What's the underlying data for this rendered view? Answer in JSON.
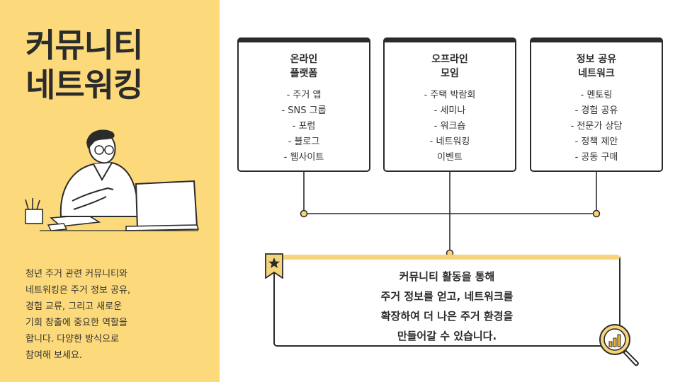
{
  "title_lines": [
    "커뮤니티",
    "네트워킹"
  ],
  "description_lines": [
    "청년 주거 관련 커뮤니티와",
    "네트워킹은 주거 정보 공유,",
    "경험 교류, 그리고 새로운",
    "기회 창출에 중요한 역할을",
    "합니다. 다양한 방식으로",
    "참여해 보세요."
  ],
  "cards": [
    {
      "title_lines": [
        "온라인",
        "플랫폼"
      ],
      "items": [
        "- 주거 앱",
        "- SNS 그룹",
        "- 포럼",
        "- 블로그",
        "- 웹사이트"
      ]
    },
    {
      "title_lines": [
        "오프라인",
        "모임"
      ],
      "items": [
        "- 주택 박람회",
        "- 세미나",
        "- 워크숍",
        "- 네트워킹",
        "이벤트"
      ]
    },
    {
      "title_lines": [
        "정보 공유",
        "네트워크"
      ],
      "items": [
        "- 멘토링",
        "- 경험 공유",
        "- 전문가 상담",
        "- 정책 제안",
        "- 공동 구매"
      ]
    }
  ],
  "summary_lines": [
    "커뮤니티 활동을 통해",
    "주거 정보를 얻고, 네트워크를",
    "확장하여 더 나은 주거 환경을",
    "만들어갈 수 있습니다."
  ],
  "colors": {
    "accent_yellow": "#fcd97a",
    "outline": "#2b2b2b",
    "connector_dot": "#f6d57a"
  },
  "icons": {
    "badge": "star-bookmark-icon",
    "magnifier": "magnifier-bar-chart-icon",
    "illustration": "man-at-laptop-illustration"
  }
}
